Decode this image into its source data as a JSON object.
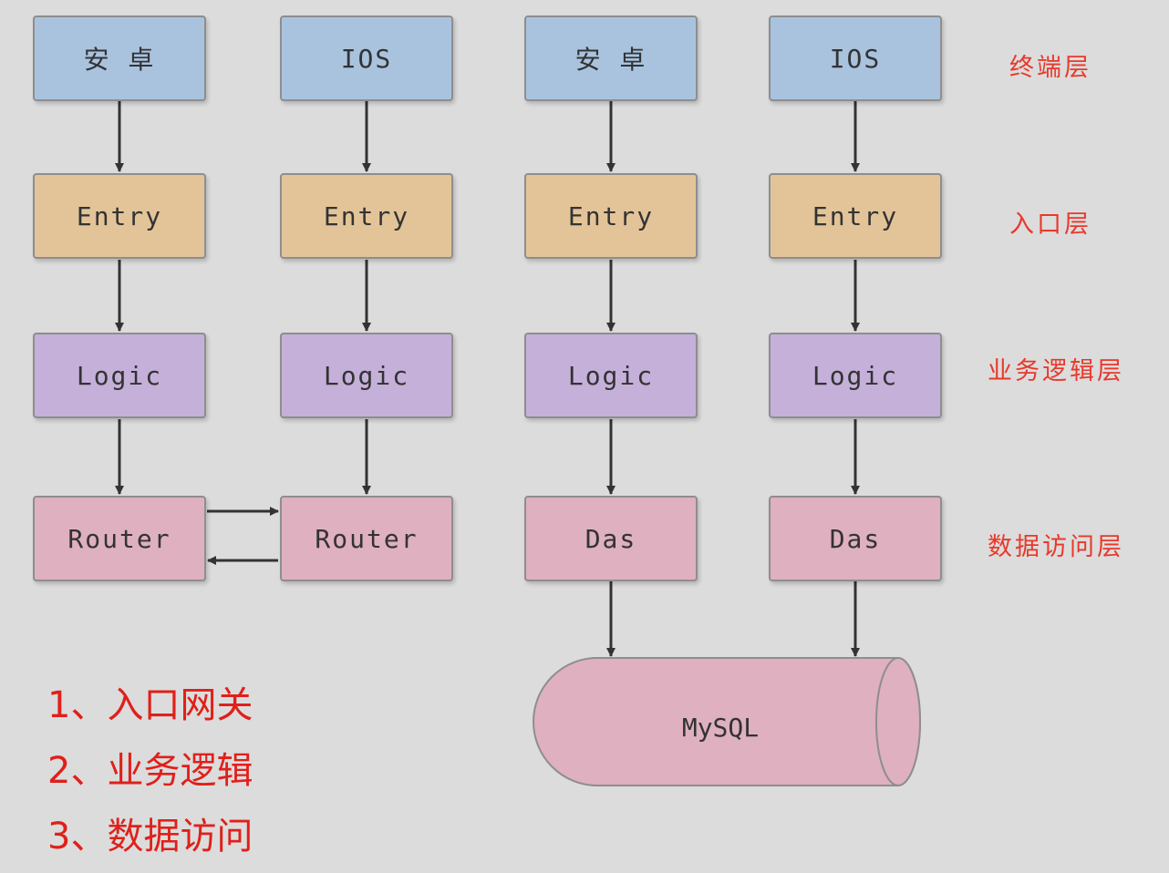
{
  "columns": [
    {
      "client": "安 卓",
      "entry": "Entry",
      "logic": "Logic",
      "data": "Router"
    },
    {
      "client": "IOS",
      "entry": "Entry",
      "logic": "Logic",
      "data": "Router"
    },
    {
      "client": "安 卓",
      "entry": "Entry",
      "logic": "Logic",
      "data": "Das"
    },
    {
      "client": "IOS",
      "entry": "Entry",
      "logic": "Logic",
      "data": "Das"
    }
  ],
  "layers": {
    "terminal": "终端层",
    "entry": "入口层",
    "business_logic": "业务逻辑层",
    "data_access": "数据访问层"
  },
  "database": "MySQL",
  "notes": [
    "1、入口网关",
    "2、业务逻辑",
    "3、数据访问"
  ],
  "colors": {
    "client": "#a9c3df",
    "entry": "#e3c498",
    "logic": "#c5b0da",
    "data": "#dfb0c0",
    "label": "#e8392b"
  }
}
